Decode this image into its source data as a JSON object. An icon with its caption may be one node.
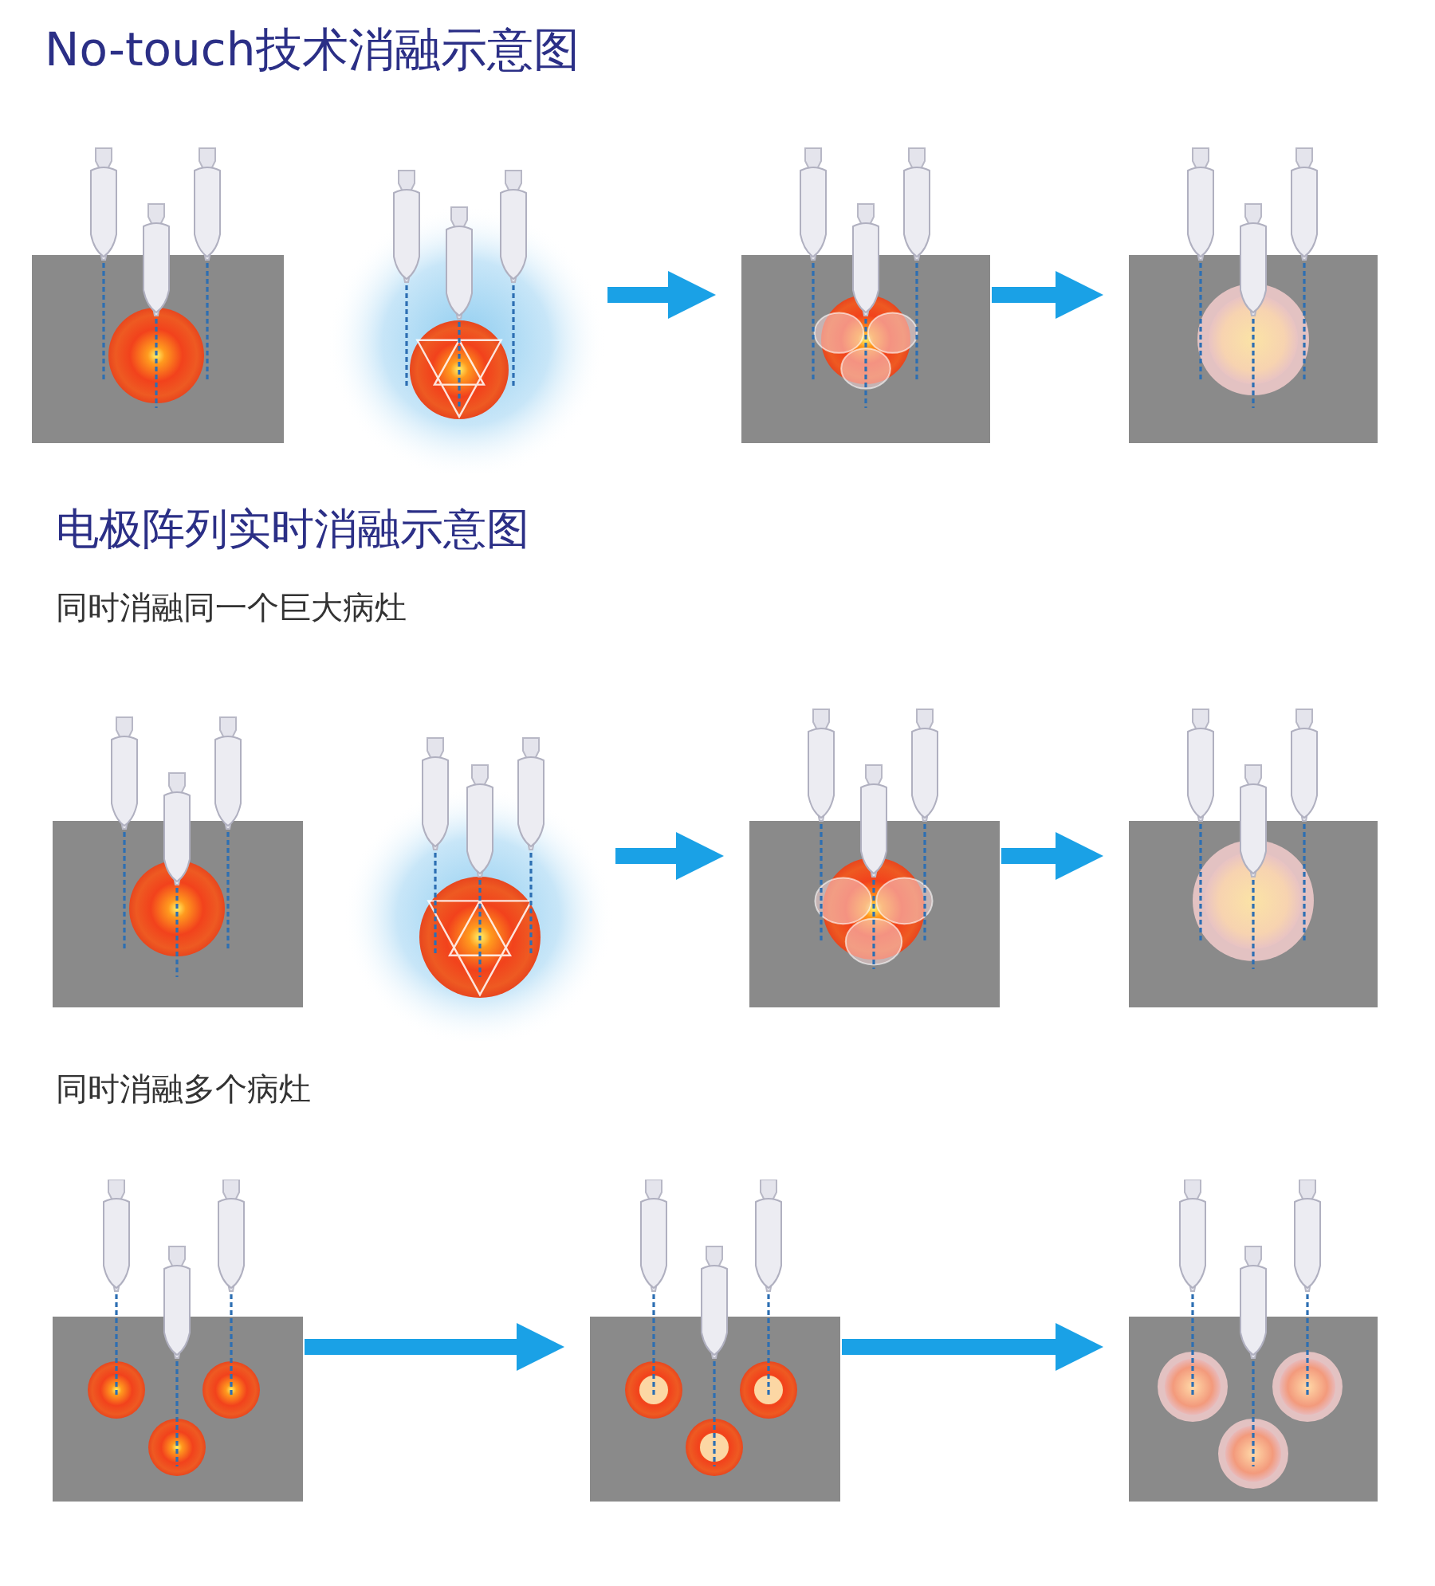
{
  "diagram": {
    "title": "No-touch技术消融示意图",
    "nodes": [
      {
        "text": [],
        "shape": "picture"
      },
      {
        "text": [],
        "shape": "picture"
      },
      {
        "text": [],
        "shape": "picture"
      },
      {
        "text": [],
        "shape": "picture"
      },
      {
        "text": [],
        "shape": "picture"
      },
      {
        "text": [],
        "shape": "picture"
      },
      {
        "text": [],
        "shape": "picture"
      },
      {
        "text": [],
        "shape": "picture"
      },
      {
        "text": [],
        "shape": "picture"
      },
      {
        "text": [],
        "shape": "picture"
      },
      {
        "text": [],
        "shape": "picture"
      }
    ],
    "edges": [
      {
        "from": 1,
        "to": 2,
        "arrow": "to"
      },
      {
        "from": 2,
        "to": 3,
        "arrow": "to"
      },
      {
        "from": 5,
        "to": 6,
        "arrow": "to"
      },
      {
        "from": 6,
        "to": 7,
        "arrow": "to"
      },
      {
        "from": 8,
        "to": 9,
        "arrow": "to"
      },
      {
        "from": 9,
        "to": 10,
        "arrow": "to"
      }
    ],
    "labels": [
      "电极阵列实时消融示意图",
      "同时消融同一个巨大病灶",
      "同时消融多个病灶"
    ]
  }
}
